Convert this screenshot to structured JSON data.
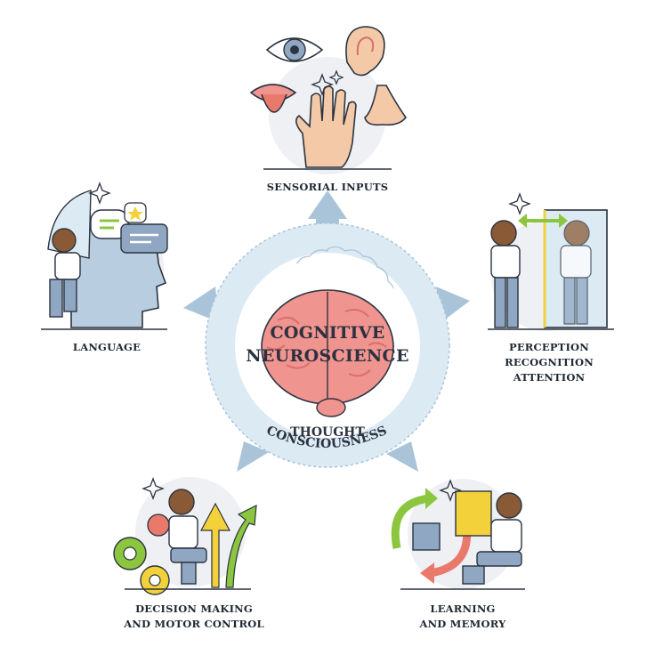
{
  "center": {
    "title": "COGNITIVE\nNEUROSCIENCE",
    "ring_line1": "THOUGHT",
    "ring_line2": "CONSCIOUSNESS"
  },
  "nodes": [
    {
      "id": "sensorial",
      "label": "SENSORIAL INPUTS"
    },
    {
      "id": "perception",
      "label": "PERCEPTION\nRECOGNITION\nATTENTION"
    },
    {
      "id": "learning",
      "label": "LEARNING\nAND MEMORY"
    },
    {
      "id": "decision",
      "label": "DECISION MAKING\nAND MOTOR CONTROL"
    },
    {
      "id": "language",
      "label": "LANGUAGE"
    }
  ],
  "colors": {
    "ring": "#dceaf4",
    "ring_edge": "#a8c3d8",
    "arrow": "#a9c4d8",
    "brain": "#f0948f",
    "brain_dark": "#d9706c",
    "outline": "#2b3440",
    "skin": "#f3c9a8",
    "hair": "#8a5a36",
    "shirt": "#ffffff",
    "pants": "#8fa7c2",
    "accent_green": "#8cc63f",
    "accent_yellow": "#f2d13a",
    "accent_red": "#e97a6b",
    "bg_circle": "#eef0f3"
  }
}
